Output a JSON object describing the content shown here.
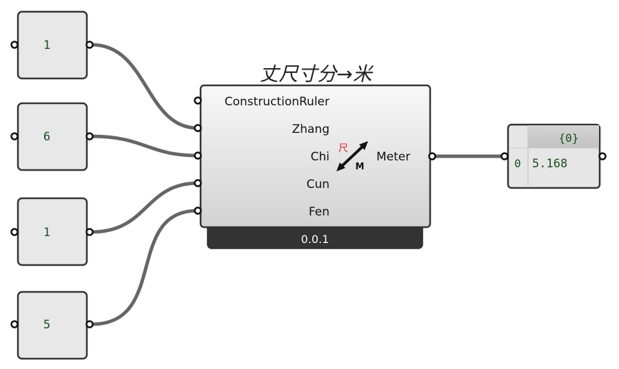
{
  "sliders": [
    {
      "value": "1"
    },
    {
      "value": "6"
    },
    {
      "value": "1"
    },
    {
      "value": "5"
    }
  ],
  "component": {
    "title": "丈尺寸分→米",
    "inputs": [
      "ConstructionRuler",
      "Zhang",
      "Chi",
      "Cun",
      "Fen"
    ],
    "output": "Meter",
    "version": "0.0.1",
    "icon": {
      "name": "ruler-to-meter-icon",
      "glyph_top": "尺",
      "glyph_bottom": "M",
      "accent_color": "#e8202a"
    }
  },
  "panel": {
    "path": "{0}",
    "rows": [
      {
        "index": "0",
        "value": "5.168"
      }
    ]
  },
  "colors": {
    "wire": "#666666",
    "node_fill": "#e8e8e8",
    "node_stroke": "#333333",
    "footer_fill": "#333333",
    "text_green": "#184d1c"
  }
}
